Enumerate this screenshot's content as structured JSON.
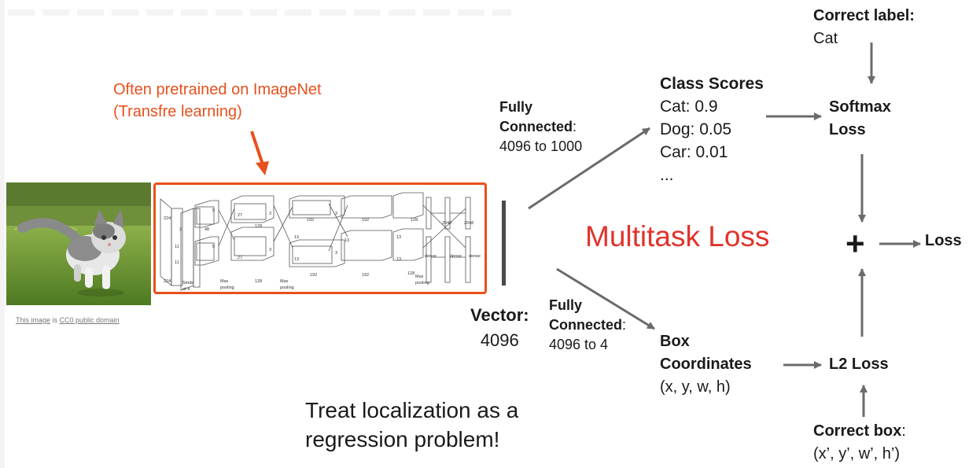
{
  "annotation": {
    "line1": "Often pretrained on ImageNet",
    "line2": "(Transfre learning)"
  },
  "photo": {
    "credit_link1": "This image",
    "credit_mid": " is ",
    "credit_link2": "CC0 public domain"
  },
  "network": {
    "size_labels": [
      "224",
      "224",
      "48",
      "128",
      "192",
      "192",
      "128",
      "2048",
      "2048",
      "128",
      "192",
      "192",
      "128",
      "dense",
      "dense",
      "dense",
      "3",
      "11",
      "11",
      "5",
      "5",
      "27",
      "27",
      "13",
      "13",
      "13",
      "13",
      "13",
      "3",
      "3",
      "3",
      "3"
    ],
    "stride_label": "Stride",
    "stride_of": "of 4",
    "pool_label_1": "Max",
    "pool_label_2": "pooling"
  },
  "fc_top": {
    "line1": "Fully",
    "line2_bold": "Connected",
    "line2_rest": ":",
    "line3": "4096 to 1000"
  },
  "vector": {
    "label": "Vector:",
    "value": "4096"
  },
  "fc_bottom": {
    "line1": "Fully",
    "line2_bold": "Connected",
    "line2_rest": ":",
    "line3": "4096 to 4"
  },
  "class_scores": {
    "title": "Class Scores",
    "items": [
      "Cat: 0.9",
      "Dog: 0.05",
      "Car: 0.01",
      "..."
    ]
  },
  "box_coordinates": {
    "title_line1": "Box",
    "title_line2": "Coordinates",
    "value": "(x, y, w, h)"
  },
  "correct_label": {
    "title": "Correct label:",
    "value": "Cat"
  },
  "softmax": {
    "line1": "Softmax",
    "line2": "Loss"
  },
  "plus": "+",
  "loss": "Loss",
  "l2_loss": "L2 Loss",
  "correct_box": {
    "title": "Correct box",
    "colon": ":",
    "value": "(x’, y’, w’, h’)"
  },
  "multitask": "Multitask Loss",
  "treat": {
    "line1": "Treat localization as a",
    "line2": "regression problem!"
  },
  "colors": {
    "accent_orange": "#e8501c",
    "multitask_red": "#e0332b",
    "arrow_gray": "#6b6b6b"
  }
}
